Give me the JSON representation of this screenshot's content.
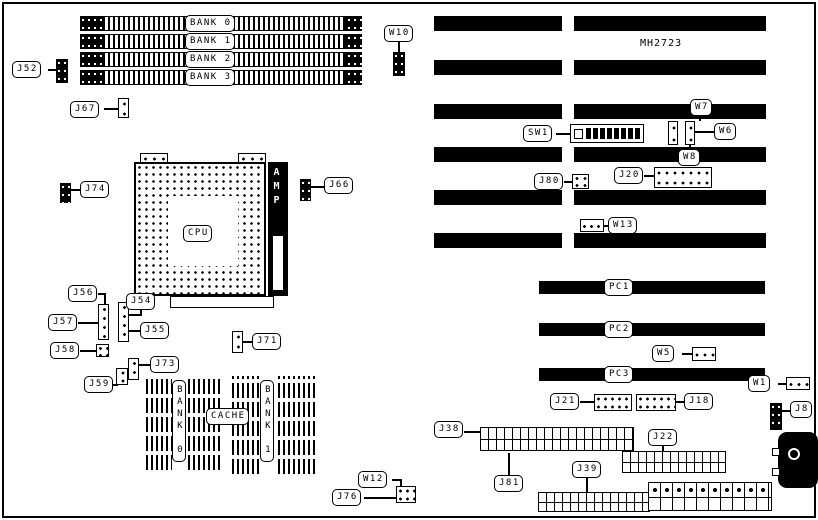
{
  "part_number": "MH2723",
  "memory": {
    "banks": [
      "BANK 0",
      "BANK 1",
      "BANK 2",
      "BANK 3"
    ]
  },
  "cpu": {
    "label": "CPU"
  },
  "amp": {
    "label": "AMP"
  },
  "cache": {
    "label": "CACHE",
    "banks": [
      "BANK 0",
      "BANK 1"
    ]
  },
  "pci": {
    "slots": [
      "PC1",
      "PC2",
      "PC3"
    ]
  },
  "connectors": {
    "J52": "J52",
    "J67": "J67",
    "W10": "W10",
    "SW1": "SW1",
    "W7": "W7",
    "W6": "W6",
    "W8": "W8",
    "J80": "J80",
    "J20": "J20",
    "W13": "W13",
    "J74": "J74",
    "J66": "J66",
    "J56": "J56",
    "J54": "J54",
    "J57": "J57",
    "J55": "J55",
    "J58": "J58",
    "J59": "J59",
    "J73": "J73",
    "J71": "J71",
    "W5": "W5",
    "J21": "J21",
    "J18": "J18",
    "W1": "W1",
    "J8": "J8",
    "J38": "J38",
    "J22": "J22",
    "J81": "J81",
    "J39": "J39",
    "J76": "J76",
    "W12": "W12"
  }
}
